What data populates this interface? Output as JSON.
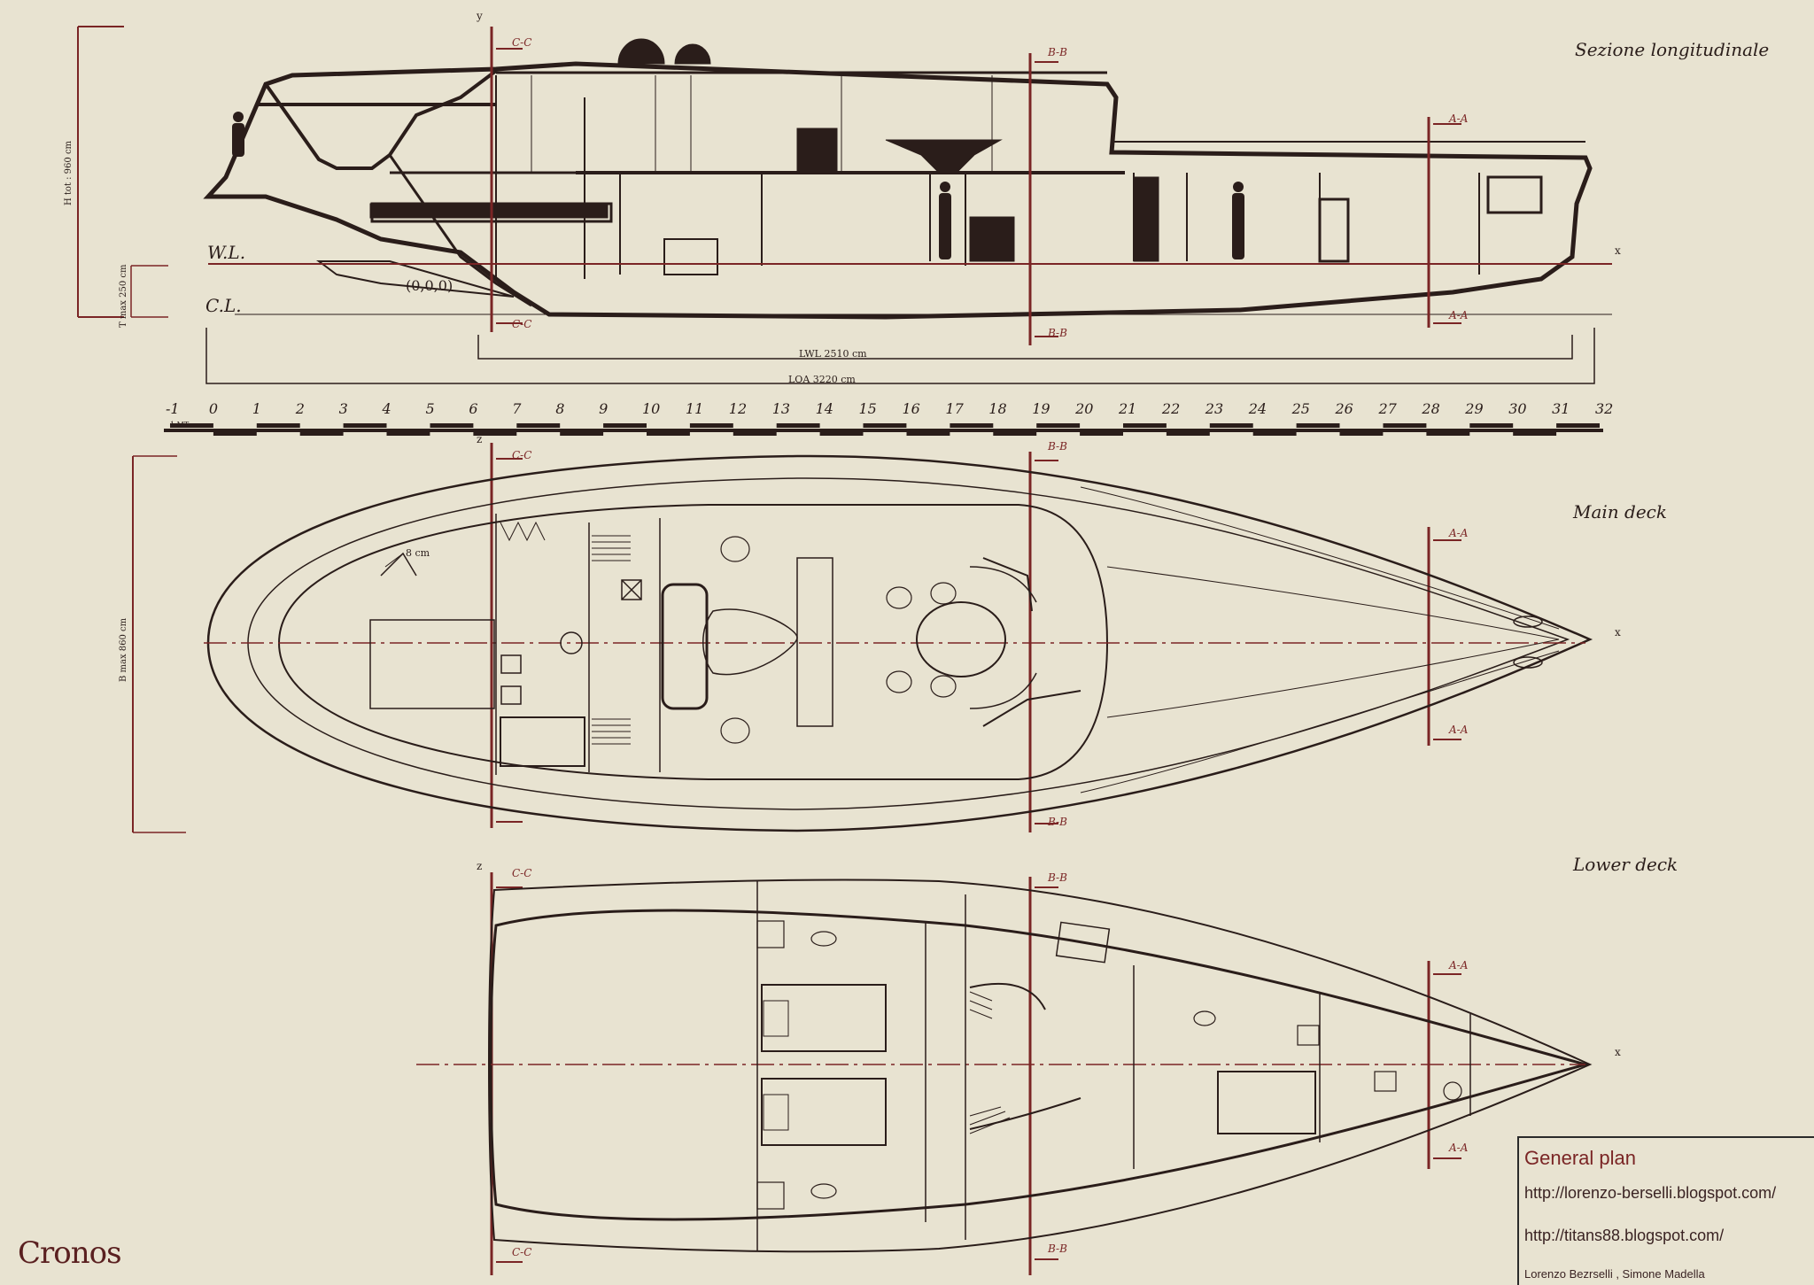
{
  "views": {
    "section_title": "Sezione longitudinale",
    "main_title": "Main deck",
    "lower_title": "Lower deck"
  },
  "section_labels": {
    "cc": "C-C",
    "bb": "B-B",
    "aa": "A-A",
    "y_axis": "y",
    "z_axis": "z",
    "x_axis": "x",
    "wl": "W.L.",
    "cl": "C.L.",
    "origin": "(0,0,0)"
  },
  "dimensions": {
    "height": "H tot : 960 cm",
    "draft": "T max 250 cm",
    "beam": "B max 860 cm",
    "lwl": "LWL 2510 cm",
    "loa": "LOA 3220 cm",
    "note": "8 cm",
    "scale_unit": "1 MT"
  },
  "scale_ticks": [
    "-1",
    "0",
    "1",
    "2",
    "3",
    "4",
    "5",
    "6",
    "7",
    "8",
    "9",
    "10",
    "11",
    "12",
    "13",
    "14",
    "15",
    "16",
    "17",
    "18",
    "19",
    "20",
    "21",
    "22",
    "23",
    "24",
    "25",
    "26",
    "27",
    "28",
    "29",
    "30",
    "31",
    "32"
  ],
  "title_block": {
    "title": "General plan",
    "link1": "http://lorenzo-berselli.blogspot.com/",
    "link2": "http://titans88.blogspot.com/",
    "authors": "Lorenzo Bezrselli , Simone Madella"
  },
  "brand": "Cronos",
  "colors": {
    "paper": "#e8e3d1",
    "ink": "#2a1d1a",
    "section_line": "#7a2525"
  }
}
